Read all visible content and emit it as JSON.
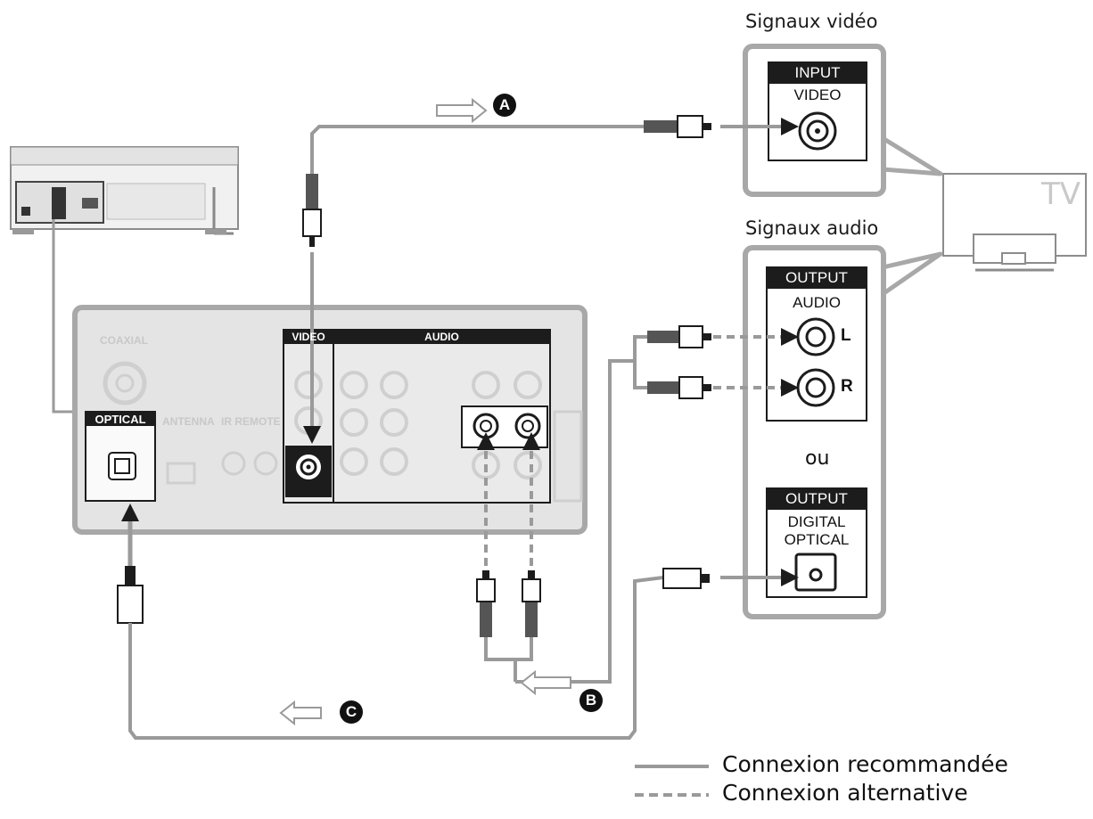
{
  "labels": {
    "video_signals": "Signaux vidéo",
    "audio_signals": "Signaux audio",
    "tv": "TV",
    "or": "ou"
  },
  "tv_video_jack": {
    "header": "INPUT",
    "name": "VIDEO"
  },
  "tv_audio_jack": {
    "header": "OUTPUT",
    "name": "AUDIO",
    "left": "L",
    "right": "R"
  },
  "tv_optical_jack": {
    "header": "OUTPUT",
    "name_line1": "DIGITAL",
    "name_line2": "OPTICAL"
  },
  "receiver_panel": {
    "coaxial": "COAXIAL",
    "optical": "OPTICAL",
    "antenna": "ANTENNA",
    "ir_remote": "IR REMOTE",
    "video": "VIDEO",
    "audio": "AUDIO"
  },
  "connections": {
    "a": "A",
    "b": "B",
    "c": "C"
  },
  "legend": {
    "recommended": "Connexion recommandée",
    "alternative": "Connexion alternative"
  },
  "colors": {
    "cable": "#9a9a9a",
    "panel_border": "#a8a8a8",
    "panel_fill": "#e4e4e4",
    "black": "#1c1c1c"
  }
}
